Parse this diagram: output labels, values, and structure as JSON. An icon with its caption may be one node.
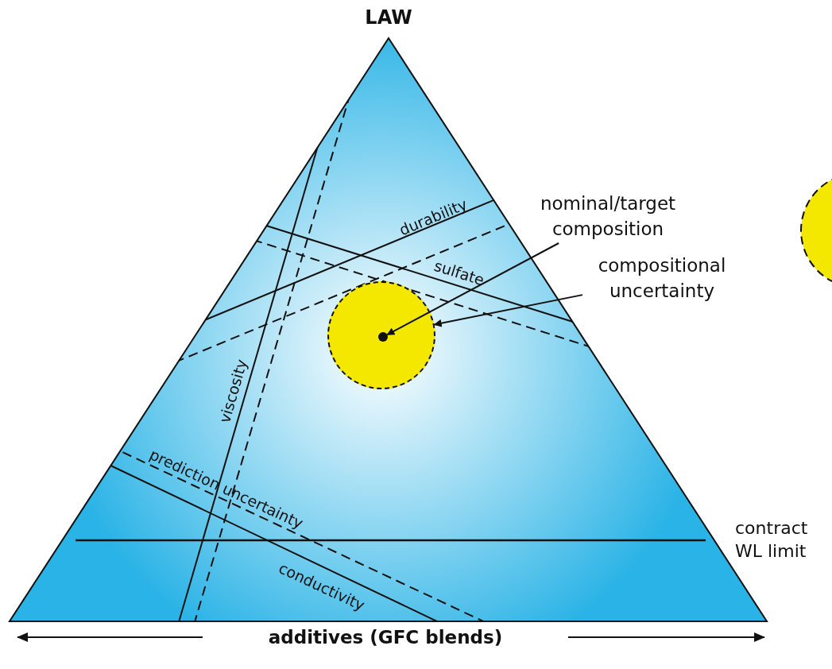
{
  "diagram": {
    "nodes": [
      {
        "text": [
          "nominal/target composition"
        ]
      },
      {
        "text": [],
        "shape": "circle"
      },
      {
        "text": [],
        "shape": "circle",
        "in": 1
      },
      {
        "text": [
          "compositional uncertainty"
        ]
      }
    ],
    "edges": [
      {
        "from": 0,
        "to": 2,
        "arrow": "to"
      },
      {
        "from": 3,
        "to": 1,
        "arrow": "to"
      }
    ],
    "labels": [
      "LAW",
      "durability",
      "sulfate",
      "viscosity",
      "prediction uncertainty",
      "conductivity",
      "contract WL limit",
      "additives (GFC blends)"
    ]
  }
}
